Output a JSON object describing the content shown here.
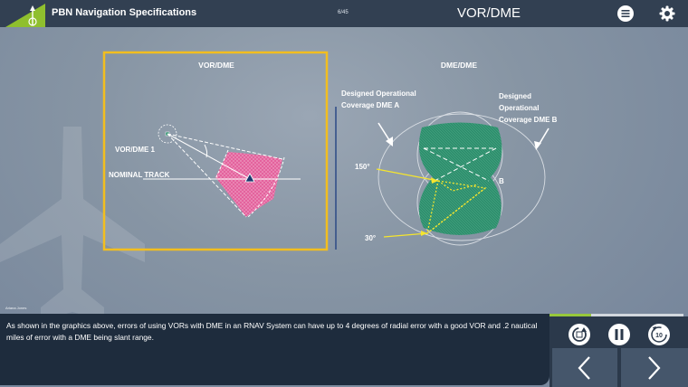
{
  "header": {
    "app_title": "PBN Navigation Specifications",
    "page_counter": "6/45",
    "slide_title": "VOR/DME",
    "menu_icon": "hamburger-menu-icon",
    "settings_icon": "gear-icon"
  },
  "slide": {
    "left_panel": {
      "title": "VOR/DME",
      "station_label": "VOR/DME 1",
      "track_label": "NOMINAL TRACK"
    },
    "right_panel": {
      "title": "DME/DME",
      "coverage_a_label": [
        "Designed Operational",
        "Coverage DME A"
      ],
      "coverage_b_label": [
        "Designed",
        "Operational",
        "Coverage DME B"
      ],
      "angle_150": "150°",
      "angle_30": "30°",
      "point_b": "B"
    }
  },
  "footer": {
    "author": "Ariana Jones",
    "caption": "As shown in the graphics above, errors of using VORs with DME in an RNAV System can have up to 4 degrees of radial error with a good VOR and .2 nautical miles of error with a DME being slant range.",
    "progress": 0.32,
    "replay_icon": "replay-icon",
    "pause_icon": "pause-icon",
    "skip_back_label": "10",
    "prev_icon": "chevron-left-icon",
    "next_icon": "chevron-right-icon"
  },
  "colors": {
    "header_bg": "#324052",
    "caption_bg": "#1e2c3d",
    "frame_yellow": "#f2be1f",
    "pink_area": "#e85f9c",
    "green_area": "#2f8f6e",
    "yellow_lines": "#f5e52e",
    "progress_green": "#97c83b"
  }
}
